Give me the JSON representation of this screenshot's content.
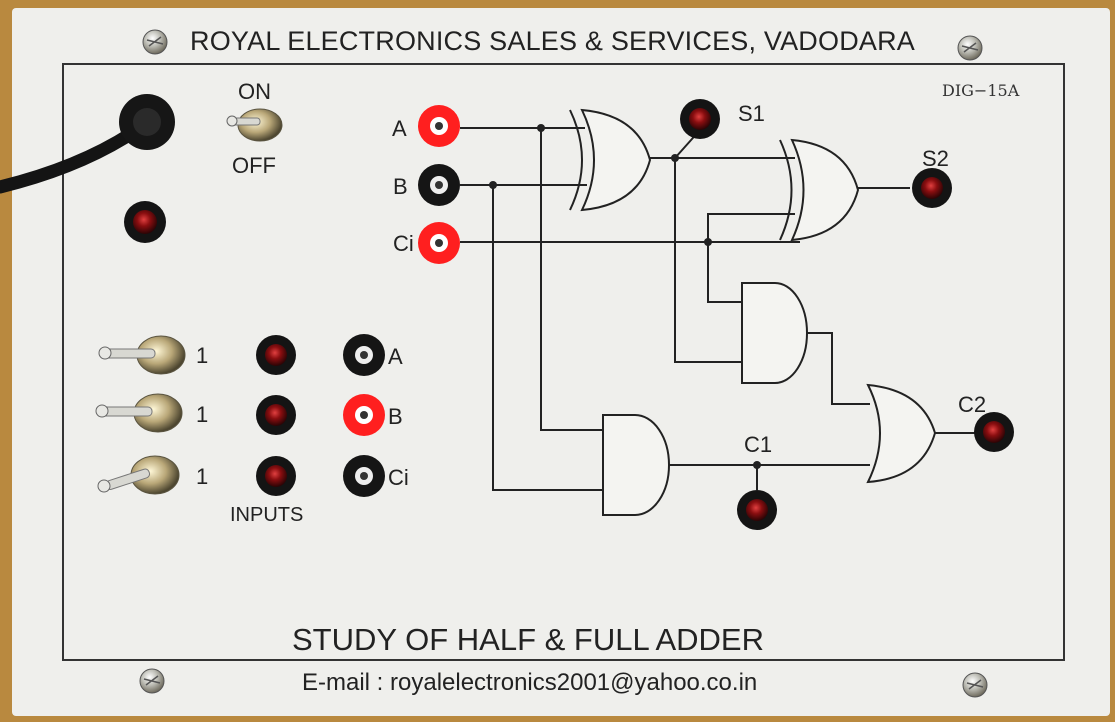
{
  "header": {
    "company": "ROYAL ELECTRONICS SALES & SERVICES, VADODARA",
    "model": "DIG−15A"
  },
  "power": {
    "on_label": "ON",
    "off_label": "OFF"
  },
  "circuit": {
    "input_a": "A",
    "input_b": "B",
    "input_ci": "Ci",
    "sum1": "S1",
    "sum2": "S2",
    "carry1": "C1",
    "carry2": "C2"
  },
  "inputs_section": {
    "switch_labels": [
      "1",
      "1",
      "1"
    ],
    "socket_labels": [
      "A",
      "B",
      "Ci"
    ],
    "caption": "INPUTS"
  },
  "footer": {
    "title": "STUDY OF HALF & FULL ADDER",
    "email": "E-mail : royalelectronics2001@yahoo.co.in"
  },
  "colors": {
    "panel": "#efefec",
    "led": "#8a0e10",
    "socket_red": "#ff1f1f",
    "socket_black": "#151515",
    "wire": "#222222"
  }
}
